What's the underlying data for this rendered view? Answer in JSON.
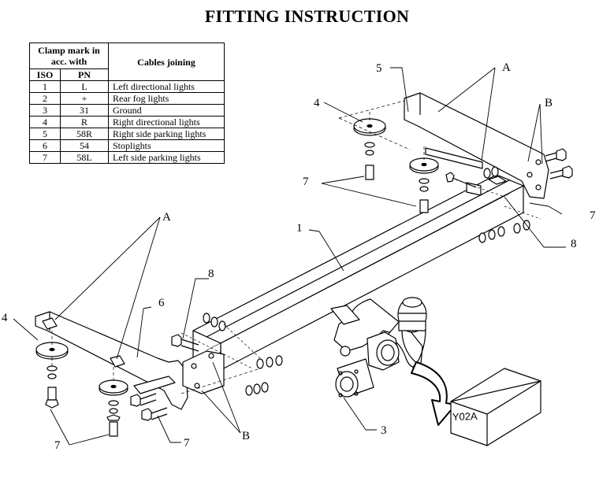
{
  "title": "FITTING INSTRUCTION",
  "table": {
    "header_clamp": "Clamp mark in acc. with",
    "header_iso": "ISO",
    "header_pn": "PN",
    "header_cables": "Cables joining",
    "rows": [
      {
        "iso": "1",
        "pn": "L",
        "cable": "Left directional lights"
      },
      {
        "iso": "2",
        "pn": "+",
        "cable": "Rear fog lights"
      },
      {
        "iso": "3",
        "pn": "31",
        "cable": "Ground"
      },
      {
        "iso": "4",
        "pn": "R",
        "cable": "Right directional lights"
      },
      {
        "iso": "5",
        "pn": "58R",
        "cable": "Right side parking lights"
      },
      {
        "iso": "6",
        "pn": "54",
        "cable": "Stoplights"
      },
      {
        "iso": "7",
        "pn": "58L",
        "cable": "Left side parking lights"
      }
    ]
  },
  "callouts": {
    "main_bar": "1",
    "socket": "3",
    "plate_left": "4",
    "plate_right": "4",
    "bracket_right": "5",
    "bracket_left": "6",
    "bolt_set_left_a": "7",
    "bolt_set_left_b": "7",
    "bolt_set_right_a": "7",
    "bolt_set_right_b": "7",
    "bolt_left": "8",
    "bolt_right": "8",
    "ref_a_left": "A",
    "ref_a_right": "A",
    "ref_b_left": "B",
    "ref_b_right": "B"
  },
  "model_code": "Y02A"
}
